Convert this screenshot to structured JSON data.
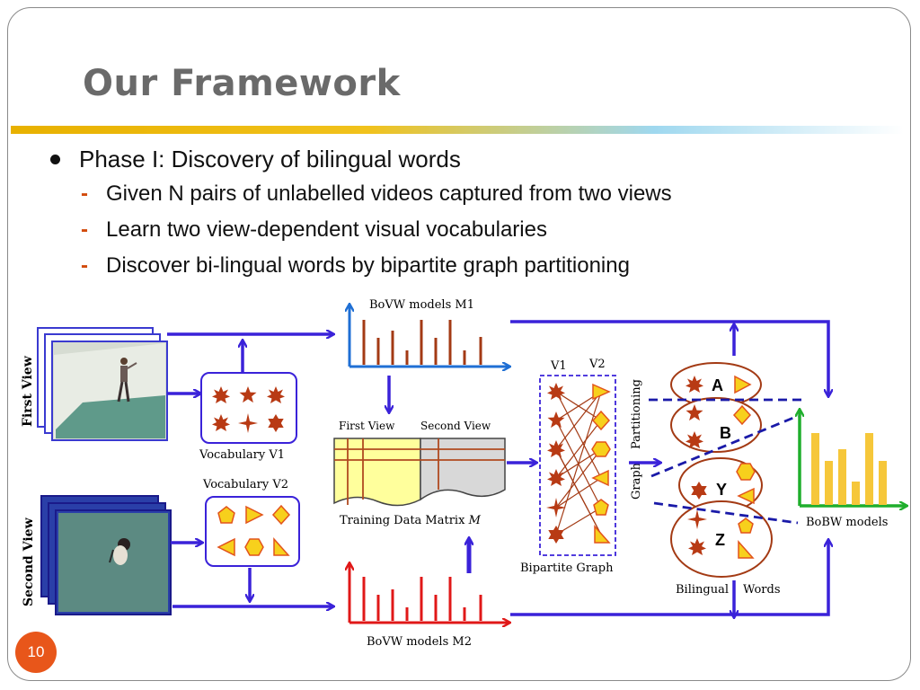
{
  "slide": {
    "title": "Our Framework",
    "bullet_main": "Phase I: Discovery of bilingual words",
    "sub_bullets": [
      "Given N pairs of unlabelled videos captured from two views",
      "Learn two view-dependent visual vocabularies",
      "Discover bi-lingual words by bipartite graph partitioning"
    ],
    "dash_symbol": "-",
    "page_number": "10"
  },
  "diagram": {
    "first_view_label": "First  View",
    "second_view_label": "Second View",
    "vocab_v1_label": "Vocabulary V1",
    "vocab_v2_label": "Vocabulary V2",
    "bovw_m1_label": "BoVW models M1",
    "bovw_m2_label": "BoVW models M2",
    "matrix_first_view": "First View",
    "matrix_second_view": "Second View",
    "training_matrix_label": "Training Data Matrix",
    "training_matrix_symbol": "M",
    "v1_label": "V1",
    "v2_label": "V2",
    "bipartite_label": "Bipartite Graph",
    "graph_label": "Graph",
    "partitioning_label": "Partitioning",
    "cluster_letters": [
      "A",
      "B",
      "Y",
      "Z"
    ],
    "bilingual_label": "Bilingual",
    "words_label": "Words",
    "bobw_label": "BoBW models",
    "colors": {
      "arrow_blue": "#3a22d9",
      "dark_red": "#a33a14",
      "orange_red": "#e2541c",
      "yellow_shape": "#f7d01c",
      "m1_axis": "#1f6fd4",
      "m2_axis": "#e01818",
      "bobw_axis": "#1fae2c",
      "bobw_bar": "#f6c73a",
      "matrix_left": "#ffff9c",
      "matrix_right": "#d8d8d8"
    }
  }
}
